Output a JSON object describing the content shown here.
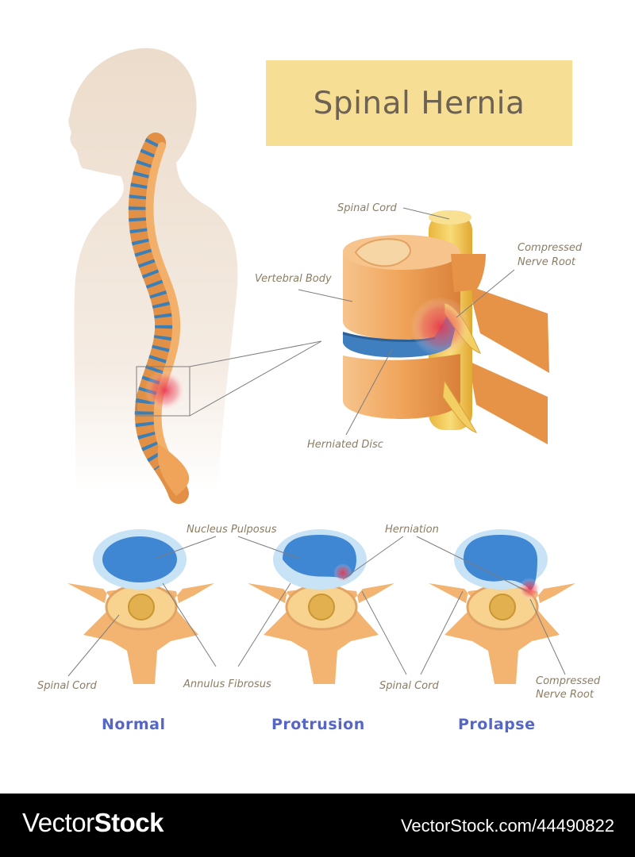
{
  "title": "Spinal Hernia",
  "labels": {
    "spinal_cord_top": "Spinal Cord",
    "compressed_nerve_root_line1": "Compressed",
    "compressed_nerve_root_line2": "Nerve Root",
    "vertebral_body": "Vertebral Body",
    "herniated_disc": "Herniated Disc",
    "nucleus_pulposus": "Nucleus Pulposus",
    "herniation": "Herniation",
    "spinal_cord_left": "Spinal Cord",
    "annulus_fibrosus": "Annulus Fibrosus",
    "spinal_cord_middle": "Spinal Cord",
    "compressed_nerve_root_bottom_line1": "Compressed",
    "compressed_nerve_root_bottom_line2": "Nerve Root"
  },
  "stages": [
    "Normal",
    "Protrusion",
    "Prolapse"
  ],
  "footer": {
    "brand_prefix": "Vector",
    "brand_suffix": "Stock",
    "stock_id": "VectorStock.com/44490822"
  },
  "colors": {
    "title_bg": "#f6df94",
    "title_text": "#6e6253",
    "label_text": "#8c7c63",
    "stage_text": "#5566c7",
    "bone": "#f0a45a",
    "disc": "#3a7fb8",
    "cord": "#f3cc55",
    "inflammation": "#e8344b"
  }
}
